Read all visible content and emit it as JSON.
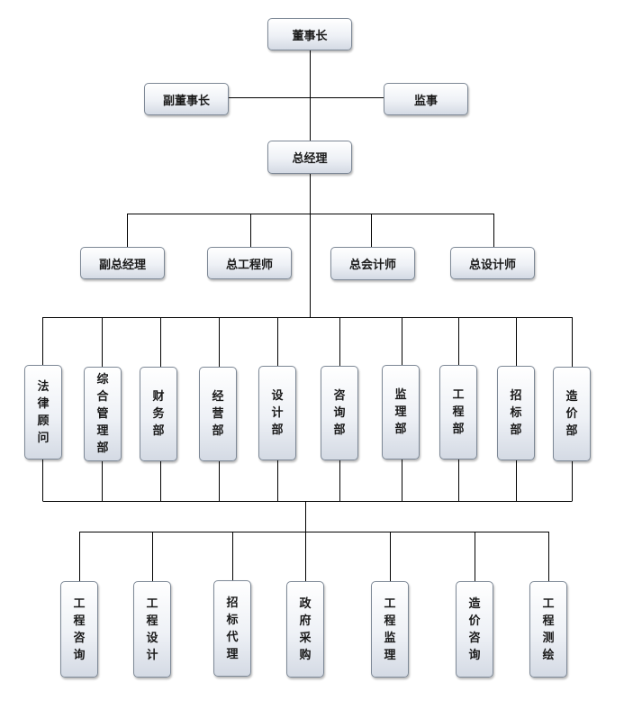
{
  "org": {
    "chairman": "董事长",
    "vice_chairman": "副董事长",
    "supervisor": "监事",
    "general_manager": "总经理",
    "executives": [
      "副总经理",
      "总工程师",
      "总会计师",
      "总设计师"
    ],
    "departments": [
      "法律顾问",
      "综合管理部",
      "财务部",
      "经营部",
      "设计部",
      "咨询部",
      "监理部",
      "工程部",
      "招标部",
      "造价部"
    ],
    "services": [
      "工程咨询",
      "工程设计",
      "招标代理",
      "政府采购",
      "工程监理",
      "造价咨询",
      "工程测绘"
    ]
  }
}
